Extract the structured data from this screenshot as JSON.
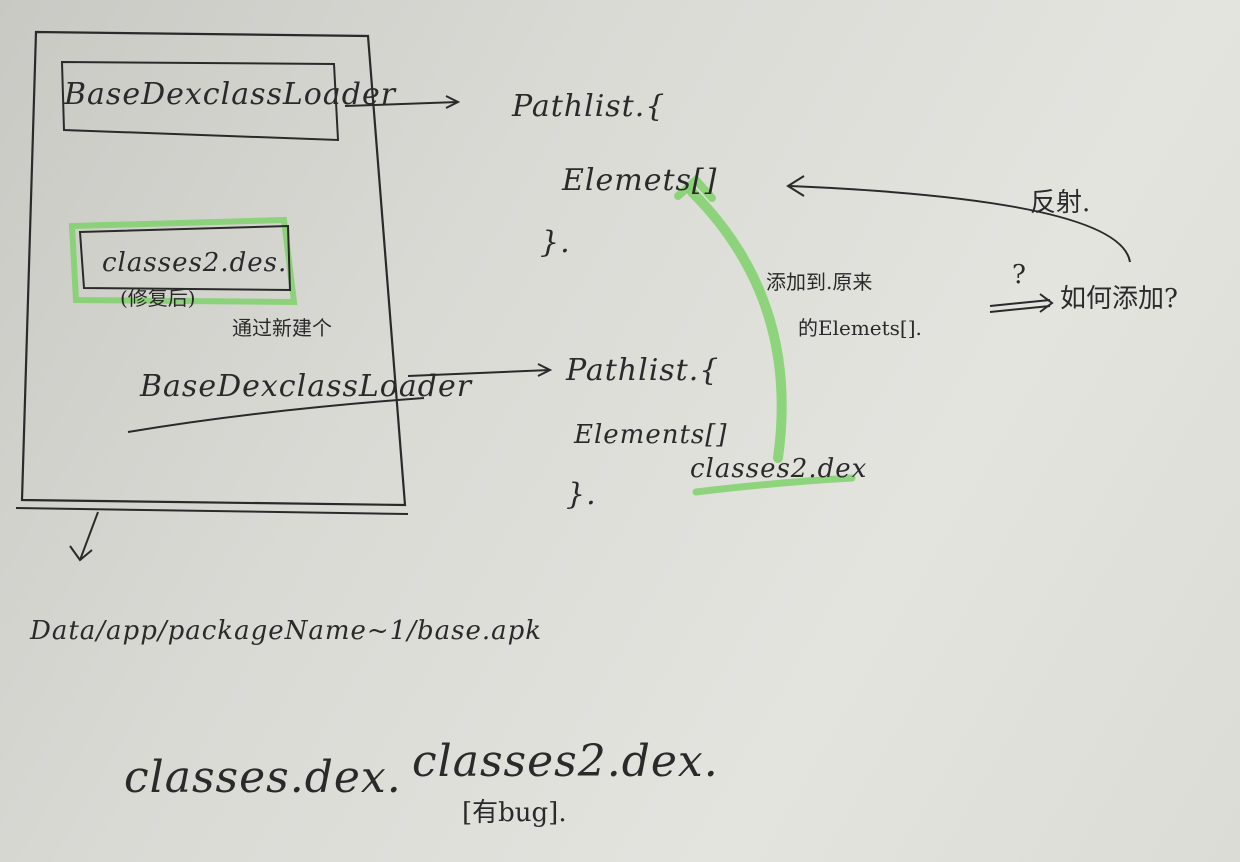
{
  "nodes": {
    "loader_top": "BaseDexclassLoader",
    "classes2_box": "classes2.des.",
    "patch_note": "(修复后)",
    "via_new": "通过新建个",
    "loader_bottom": "BaseDexclassLoader",
    "pathlist_top": "Pathlist.{",
    "elements_top": "Elemets[]",
    "close_top": "}.",
    "pathlist_bottom": "Pathlist.{",
    "elements_bottom": "Elements[]",
    "close_bottom": "}.",
    "classes2_dex_mid": "classes2.dex",
    "add_to_original_1": "添加到.原来",
    "add_to_original_2": "的Elemets[].",
    "reflect": "反射.",
    "question_mark": "?",
    "how_add": "如何添加?",
    "path": "Data/app/packageName~1/base.apk",
    "classes_dex": "classes.dex.",
    "classes2_dex_bottom": "classes2.dex.",
    "has_bug": "[有bug]."
  },
  "colors": {
    "ink": "#2a2a2a",
    "highlighter": "#7fd16b"
  }
}
